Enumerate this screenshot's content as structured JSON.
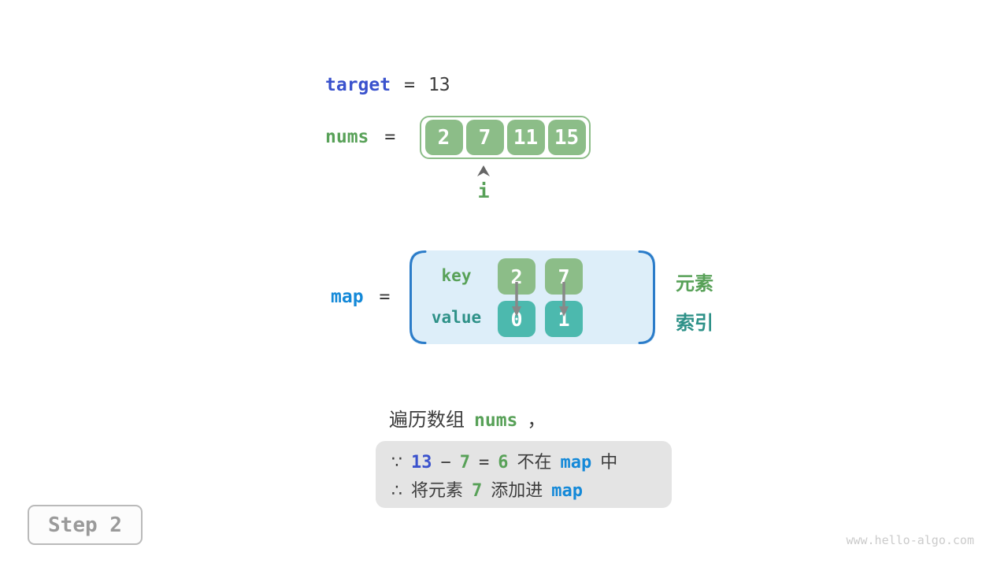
{
  "colors": {
    "green_text": "#58a158",
    "green_cell": "#8cbd88",
    "teal_text": "#2e9188",
    "teal_cell": "#4cb9ae",
    "indigo_text": "#3a52cd",
    "blue_text": "#1489d8",
    "bracket_blue": "#2b7cc9",
    "panel_blue_bg": "#ddeef9",
    "note_bg": "#e4e4e4",
    "dark_text": "#3c3c3c",
    "arrow_gray": "#888888"
  },
  "target_row": {
    "label": "target",
    "equals": "=",
    "value": "13"
  },
  "nums_row": {
    "label": "nums",
    "equals": "=",
    "cells": [
      "2",
      "7",
      "11",
      "15"
    ],
    "pointer_label": "i"
  },
  "map_panel": {
    "label": "map",
    "equals": "=",
    "key_label": "key",
    "value_label": "value",
    "key_cells": [
      "2",
      "7"
    ],
    "value_cells": [
      "0",
      "1"
    ]
  },
  "side_labels": {
    "element": "元素",
    "index": "索引"
  },
  "caption": {
    "text": "遍历数组",
    "code": "nums",
    "comma": "，"
  },
  "note_box": {
    "line1": [
      "∵",
      "13",
      "−",
      "7",
      "=",
      "6",
      "不在",
      "map",
      "中"
    ],
    "line2": [
      "∴",
      "将元素",
      "7",
      "添加进",
      "map"
    ]
  },
  "step_badge": {
    "label": "Step 2"
  },
  "watermark": "www.hello-algo.com"
}
